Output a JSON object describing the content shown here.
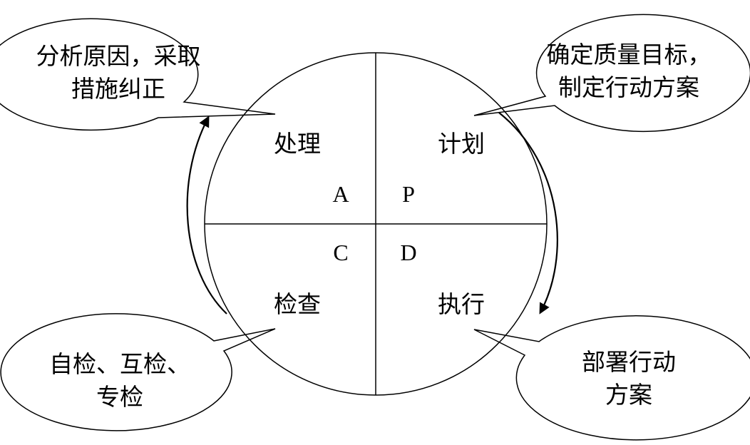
{
  "quadrants": {
    "act": {
      "label": "处理",
      "letter": "A"
    },
    "plan": {
      "label": "计划",
      "letter": "P"
    },
    "check": {
      "label": "检查",
      "letter": "C"
    },
    "do": {
      "label": "执行",
      "letter": "D"
    }
  },
  "callouts": {
    "top_left": {
      "lines": [
        "分析原因，采取",
        "措施纠正"
      ]
    },
    "top_right": {
      "lines": [
        "确定质量目标，",
        "制定行动方案"
      ]
    },
    "bottom_left": {
      "lines": [
        "自检、互检、",
        "专检"
      ]
    },
    "bottom_right": {
      "lines": [
        "部署行动",
        "方案"
      ]
    }
  }
}
